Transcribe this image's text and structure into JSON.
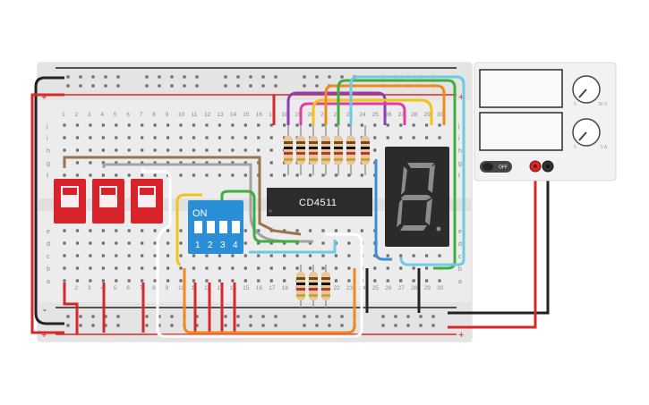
{
  "breadboard": {
    "column_numbers": [
      "1",
      "2",
      "3",
      "4",
      "5",
      "6",
      "7",
      "8",
      "9",
      "10",
      "11",
      "12",
      "13",
      "14",
      "15",
      "16",
      "17",
      "18",
      "19",
      "20",
      "21",
      "22",
      "23",
      "24",
      "25",
      "26",
      "27",
      "28",
      "29",
      "30"
    ],
    "row_letters_top": [
      "j",
      "i",
      "h",
      "g",
      "f"
    ],
    "row_letters_bottom": [
      "e",
      "d",
      "c",
      "b",
      "a"
    ],
    "plus_sign": "+",
    "minus_sign": "-"
  },
  "ic": {
    "label": "CD4511"
  },
  "dip_switch": {
    "on_label": "ON",
    "positions": [
      "1",
      "2",
      "3",
      "4"
    ]
  },
  "power_supply": {
    "off_label": "OFF",
    "knob1_max": "30 V",
    "knob2_max": "5 A",
    "knob_min": "0"
  },
  "colors": {
    "board": "#efefef",
    "rail_red": "#d4282a",
    "rail_black": "#222222",
    "ic_body": "#2c2c2c",
    "dip_body": "#2a8fd6",
    "slide_switch": "#d8232a",
    "seven_segment": "#2b2b2b",
    "psu_body": "#f2f2f2"
  }
}
